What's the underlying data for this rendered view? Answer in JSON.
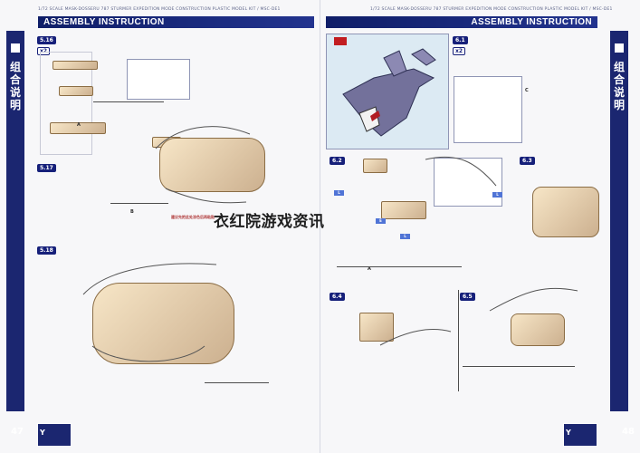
{
  "header": {
    "top_line_left": "1/72 SCALE MASK-DOSSERU 787 STURMER EXPEDITION MODE CONSTRUCTION PLASTIC MODEL KIT / MSC-DE1",
    "top_line_right": "1/72 SCALE MASK-DOSSERU 787 STURMER EXPEDITION MODE CONSTRUCTION PLASTIC MODEL KIT / MSC-DE1",
    "title_left": "ASSEMBLY INSTRUCTION",
    "title_right": "ASSEMBLY INSTRUCTION"
  },
  "sidebar": {
    "text": "组合说明"
  },
  "pages": {
    "left_number": "47",
    "right_number": "48"
  },
  "steps": {
    "left_top": "5.16",
    "left_mid": "5.17",
    "left_bottom": "5.18",
    "right_top": "6.1",
    "right_mid_left": "6.2",
    "right_mid_right": "6.3",
    "right_bottom_left": "6.4",
    "right_bottom_right": "6.5",
    "x2": "x2"
  },
  "labels": {
    "diagram_text": "衣红院游戏资讯",
    "side_note": "建议先把此处涂色后再粘贴",
    "tag_a": "A",
    "tag_b": "B",
    "tag_c": "C"
  },
  "icons": {
    "page_logo": "Y"
  },
  "colors": {
    "navy": "#1b2670",
    "accent": "#5074d6",
    "paper": "#f7f7f9"
  }
}
